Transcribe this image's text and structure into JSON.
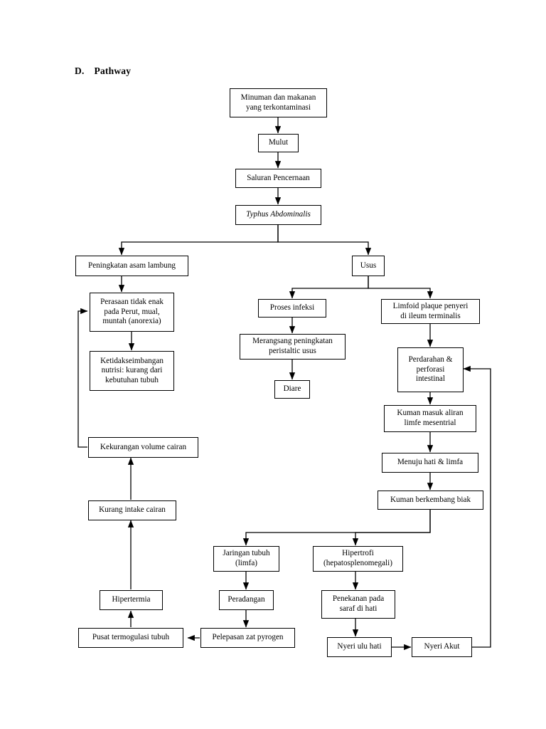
{
  "document": {
    "section_letter": "D.",
    "section_title": "Pathway"
  },
  "diagram": {
    "type": "flowchart",
    "title": "Pathway Typhus Abdominalis",
    "line_color": "#000000",
    "box_fill": "#ffffff",
    "nodes": [
      {
        "id": "n1",
        "label": "Minuman dan makanan\nyang terkontaminasi"
      },
      {
        "id": "n2",
        "label": "Mulut"
      },
      {
        "id": "n3",
        "label": "Saluran Pencernaan"
      },
      {
        "id": "n4",
        "label": "Typhus Abdominalis"
      },
      {
        "id": "n5",
        "label": "Peningkatan asam lambung"
      },
      {
        "id": "n6",
        "label": "Usus"
      },
      {
        "id": "n7",
        "label": "Perasaan tidak enak\npada Perut, mual,\nmuntah (anorexia)"
      },
      {
        "id": "n8",
        "label": "Proses infeksi"
      },
      {
        "id": "n9",
        "label": "Limfoid plaque penyeri\ndi ileum terminalis"
      },
      {
        "id": "n10",
        "label": "Ketidakseimbangan\nnutrisi: kurang dari\nkebutuhan tubuh"
      },
      {
        "id": "n11",
        "label": "Merangsang peningkatan\nperistaltic usus"
      },
      {
        "id": "n12",
        "label": "Perdarahan &\nperforasi\nintestinal"
      },
      {
        "id": "n13",
        "label": "Diare"
      },
      {
        "id": "n14",
        "label": "Kuman masuk aliran\nlimfe mesentrial"
      },
      {
        "id": "n15",
        "label": "Menuju hati & limfa"
      },
      {
        "id": "n16",
        "label": "Kekurangan volume cairan"
      },
      {
        "id": "n17",
        "label": "Kuman berkembang biak"
      },
      {
        "id": "n18",
        "label": "Kurang intake cairan"
      },
      {
        "id": "n19",
        "label": "Jaringan tubuh\n(limfa)"
      },
      {
        "id": "n20",
        "label": "Hipertrofi\n(hepatosplenomegali)"
      },
      {
        "id": "n21",
        "label": "Hipertermia"
      },
      {
        "id": "n22",
        "label": "Peradangan"
      },
      {
        "id": "n23",
        "label": "Penekanan pada\nsaraf di hati"
      },
      {
        "id": "n24",
        "label": "Pusat termogulasi tubuh"
      },
      {
        "id": "n25",
        "label": "Pelepasan zat pyrogen"
      },
      {
        "id": "n26",
        "label": "Nyeri ulu hati"
      },
      {
        "id": "n27",
        "label": "Nyeri Akut"
      }
    ],
    "edges": [
      {
        "from": "n1",
        "to": "n2"
      },
      {
        "from": "n2",
        "to": "n3"
      },
      {
        "from": "n3",
        "to": "n4"
      },
      {
        "from": "n4",
        "to": "n5"
      },
      {
        "from": "n4",
        "to": "n6"
      },
      {
        "from": "n5",
        "to": "n7"
      },
      {
        "from": "n6",
        "to": "n8"
      },
      {
        "from": "n6",
        "to": "n9"
      },
      {
        "from": "n7",
        "to": "n10"
      },
      {
        "from": "n8",
        "to": "n11"
      },
      {
        "from": "n9",
        "to": "n12"
      },
      {
        "from": "n11",
        "to": "n13"
      },
      {
        "from": "n12",
        "to": "n14"
      },
      {
        "from": "n14",
        "to": "n15"
      },
      {
        "from": "n15",
        "to": "n17"
      },
      {
        "from": "n17",
        "to": "n19"
      },
      {
        "from": "n17",
        "to": "n20"
      },
      {
        "from": "n19",
        "to": "n22"
      },
      {
        "from": "n20",
        "to": "n23"
      },
      {
        "from": "n22",
        "to": "n25"
      },
      {
        "from": "n23",
        "to": "n26"
      },
      {
        "from": "n25",
        "to": "n24"
      },
      {
        "from": "n24",
        "to": "n21"
      },
      {
        "from": "n21",
        "to": "n18"
      },
      {
        "from": "n18",
        "to": "n16"
      },
      {
        "from": "n16",
        "to": "n7"
      },
      {
        "from": "n26",
        "to": "n27"
      },
      {
        "from": "n27",
        "to": "n12"
      }
    ]
  }
}
